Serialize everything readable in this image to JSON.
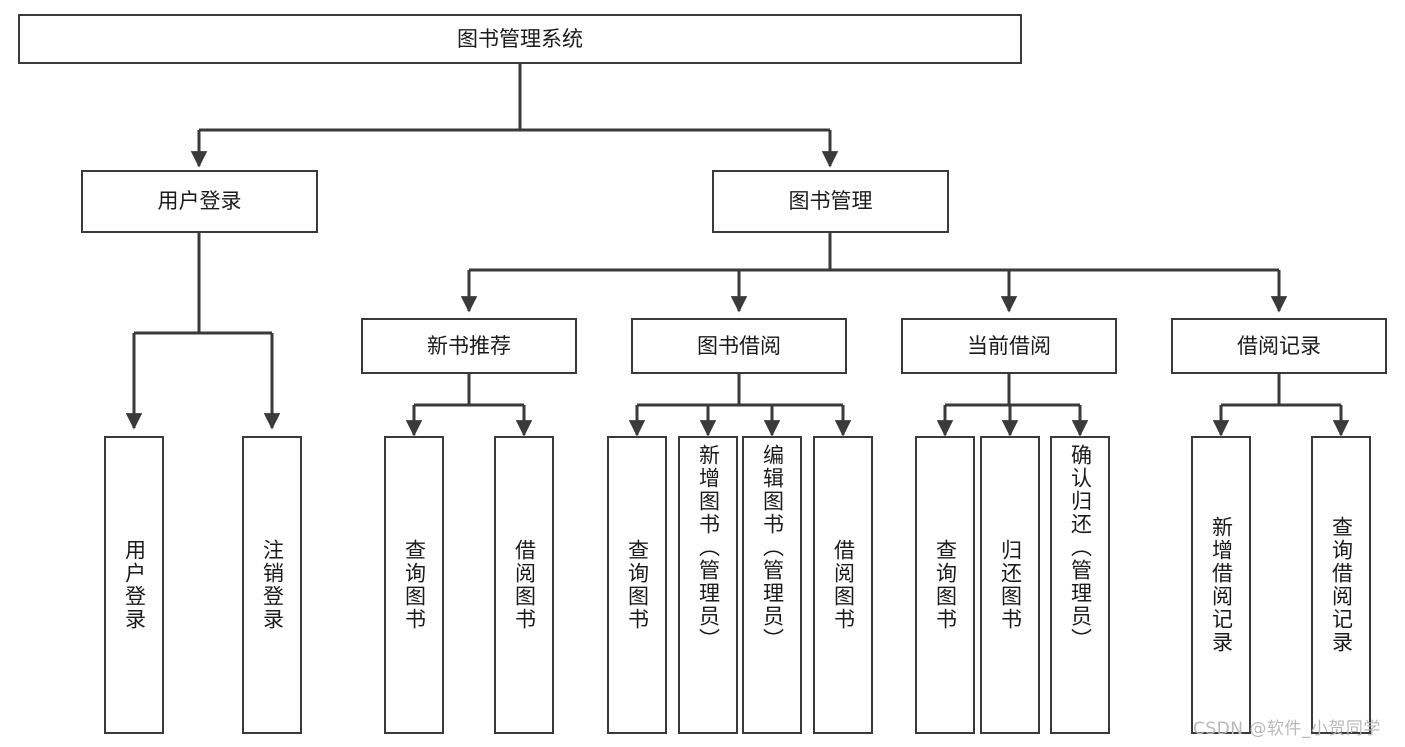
{
  "diagram": {
    "type": "tree-hierarchy",
    "title": "图书管理系统",
    "watermark": "CSDN @软件_小贺同学",
    "colors": {
      "background": "#ffffff",
      "box_border": "#3a3a3a",
      "connector": "#3a3a3a",
      "text": "#1b1b1b",
      "watermark": "#b9b9b9"
    },
    "nodes": {
      "root": {
        "label": "图书管理系统",
        "orientation": "horizontal"
      },
      "level1": [
        {
          "id": "user-login",
          "label": "用户登录",
          "orientation": "horizontal"
        },
        {
          "id": "book-manage",
          "label": "图书管理",
          "orientation": "horizontal"
        }
      ],
      "level2": [
        {
          "id": "new-book-rec",
          "label": "新书推荐",
          "orientation": "horizontal"
        },
        {
          "id": "book-borrow",
          "label": "图书借阅",
          "orientation": "horizontal"
        },
        {
          "id": "current-borrow",
          "label": "当前借阅",
          "orientation": "horizontal"
        },
        {
          "id": "borrow-record",
          "label": "借阅记录",
          "orientation": "horizontal"
        }
      ],
      "leaves": [
        {
          "id": "leaf-user-login",
          "label": "用户登录",
          "orientation": "vertical",
          "parent": "user-login"
        },
        {
          "id": "leaf-logout",
          "label": "注销登录",
          "orientation": "vertical",
          "parent": "user-login"
        },
        {
          "id": "leaf-query-book-1",
          "label": "查询图书",
          "orientation": "vertical",
          "parent": "new-book-rec"
        },
        {
          "id": "leaf-borrow-book-1",
          "label": "借阅图书",
          "orientation": "vertical",
          "parent": "new-book-rec"
        },
        {
          "id": "leaf-query-book-2",
          "label": "查询图书",
          "orientation": "vertical",
          "parent": "book-borrow"
        },
        {
          "id": "leaf-add-book",
          "label": "新增图书（管理员）",
          "orientation": "vertical",
          "parent": "book-borrow"
        },
        {
          "id": "leaf-edit-book",
          "label": "编辑图书（管理员）",
          "orientation": "vertical",
          "parent": "book-borrow"
        },
        {
          "id": "leaf-borrow-book-2",
          "label": "借阅图书",
          "orientation": "vertical",
          "parent": "book-borrow"
        },
        {
          "id": "leaf-query-book-3",
          "label": "查询图书",
          "orientation": "vertical",
          "parent": "current-borrow"
        },
        {
          "id": "leaf-return-book",
          "label": "归还图书",
          "orientation": "vertical",
          "parent": "current-borrow"
        },
        {
          "id": "leaf-confirm-return",
          "label": "确认归还（管理员）",
          "orientation": "vertical",
          "parent": "current-borrow"
        },
        {
          "id": "leaf-add-record",
          "label": "新增借阅记录",
          "orientation": "vertical",
          "parent": "borrow-record"
        },
        {
          "id": "leaf-query-record",
          "label": "查询借阅记录",
          "orientation": "vertical",
          "parent": "borrow-record"
        }
      ]
    }
  }
}
